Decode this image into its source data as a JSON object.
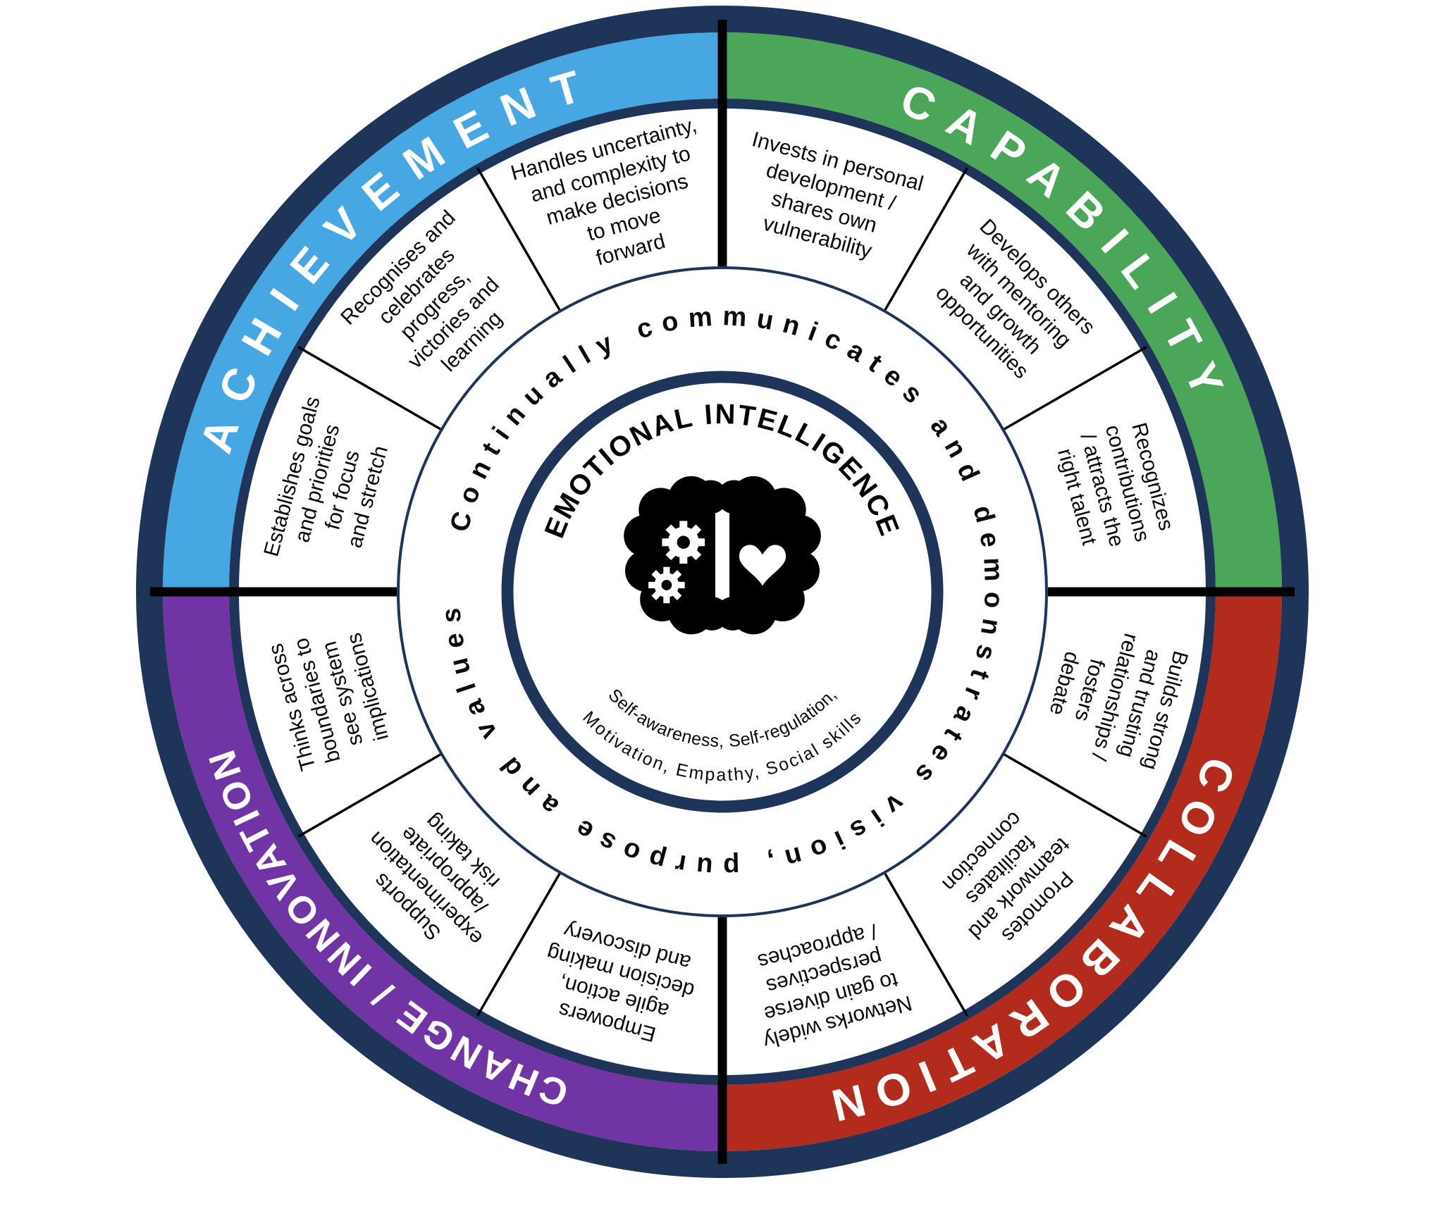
{
  "wheel": {
    "ring_text": "Continually communicates and demonstrates vision, purpose and values",
    "center": {
      "icon": "brain-gears-heart-icon",
      "title": "EMOTIONAL INTELLIGENCE",
      "subtitle_line1": "Self-awareness, Self-regulation,",
      "subtitle_line2": "Motivation, Empathy, Social skills"
    },
    "quadrants": [
      {
        "id": "achievement",
        "label": "ACHIEVEMENT",
        "color": "#47A7E2"
      },
      {
        "id": "capability",
        "label": "CAPABILITY",
        "color": "#4BA65A"
      },
      {
        "id": "collaboration",
        "label": "COLLABORATION",
        "color": "#B22B1D"
      },
      {
        "id": "change-innovation",
        "label": "CHANGE / INNOVATION",
        "color": "#7134A4"
      }
    ],
    "cells": [
      {
        "quadrant": "capability",
        "angle": 15,
        "lines": [
          "Invests in personal",
          "development /",
          "shares own",
          "vulnerability"
        ]
      },
      {
        "quadrant": "capability",
        "angle": 45,
        "lines": [
          "Develops others",
          "with mentoring",
          "and growth",
          "opportunities"
        ]
      },
      {
        "quadrant": "capability",
        "angle": 75,
        "lines": [
          "Recognizes",
          "contributions",
          "/ attracts the",
          "right talent"
        ]
      },
      {
        "quadrant": "collaboration",
        "angle": 105,
        "lines": [
          "Builds strong",
          "and trusting",
          "relationships /",
          "fosters",
          "debate"
        ]
      },
      {
        "quadrant": "collaboration",
        "angle": 135,
        "lines": [
          "Promotes",
          "teamwork and",
          "facilitates",
          "connection"
        ]
      },
      {
        "quadrant": "collaboration",
        "angle": 165,
        "lines": [
          "Networks widely",
          "to gain diverse",
          "perspectives",
          "/ approaches"
        ]
      },
      {
        "quadrant": "change-innovation",
        "angle": 195,
        "lines": [
          "Empowers",
          "agile action,",
          "decision making",
          "and discovery"
        ]
      },
      {
        "quadrant": "change-innovation",
        "angle": 225,
        "lines": [
          "Supports",
          "experimentation",
          "/appropriate",
          "risk taking"
        ]
      },
      {
        "quadrant": "change-innovation",
        "angle": 255,
        "lines": [
          "Thinks across",
          "boundaries to",
          "see system",
          "implications"
        ]
      },
      {
        "quadrant": "achievement",
        "angle": 285,
        "lines": [
          "Establishes goals",
          "and priorities",
          "for focus",
          "and stretch"
        ]
      },
      {
        "quadrant": "achievement",
        "angle": 315,
        "lines": [
          "Recognises and",
          "celebrates",
          "progress,",
          "victories and",
          "learning"
        ]
      },
      {
        "quadrant": "achievement",
        "angle": 345,
        "lines": [
          "Handles uncertainty,",
          "and complexity to",
          "make decisions",
          "to move",
          "forward"
        ]
      }
    ],
    "colors": {
      "navy": "#1F3459",
      "divider": "#000000",
      "icon": "#000000"
    }
  }
}
